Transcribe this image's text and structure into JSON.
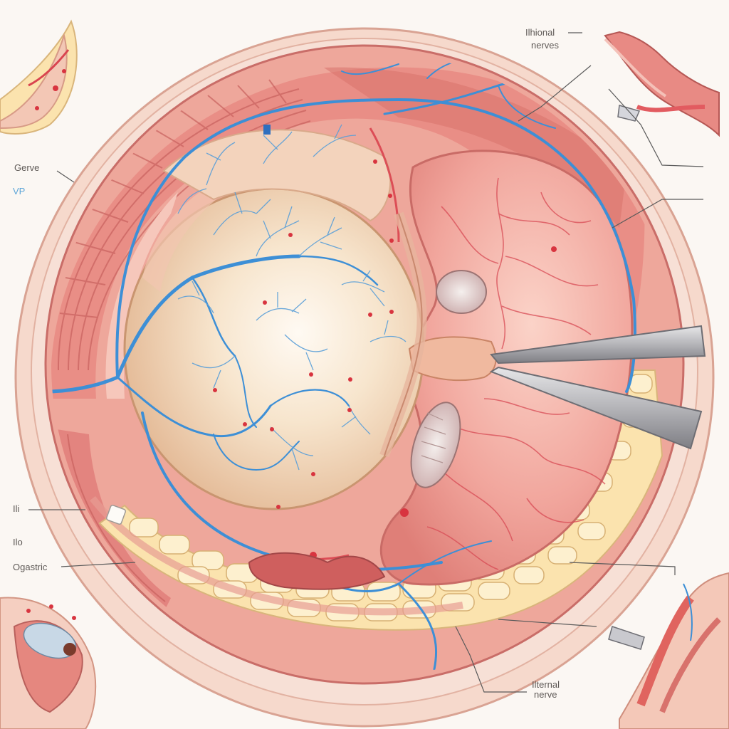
{
  "labels": {
    "gerve": "Gerve",
    "vp": "VP",
    "ili": "Ili",
    "ilo": "Ilo",
    "ogastric": "Ogastric",
    "top_right_line1": "Ilhional",
    "top_right_line2": "nerves",
    "bottom_line1": "Ilternal",
    "bottom_line2": "nerve"
  },
  "colors": {
    "background": "#fbf7f3",
    "outer_ring": "#f4d2c3",
    "muscle": "#e58f8a",
    "nerve_blue": "#3d8fd6",
    "vessel_red": "#d8424b",
    "fat_yellow": "#fbe5b2",
    "sphere": "#f6dfc4",
    "organ_pink": "#f0a39b",
    "instrument": "#a9a9ad"
  },
  "icons": {
    "forceps": "surgical-forceps-icon",
    "inset_top_left": "tissue-inset-icon",
    "inset_bottom_left": "tissue-inset-icon",
    "inset_top_right": "vessel-clamp-icon",
    "inset_bottom_right": "vessel-clamp-icon"
  }
}
